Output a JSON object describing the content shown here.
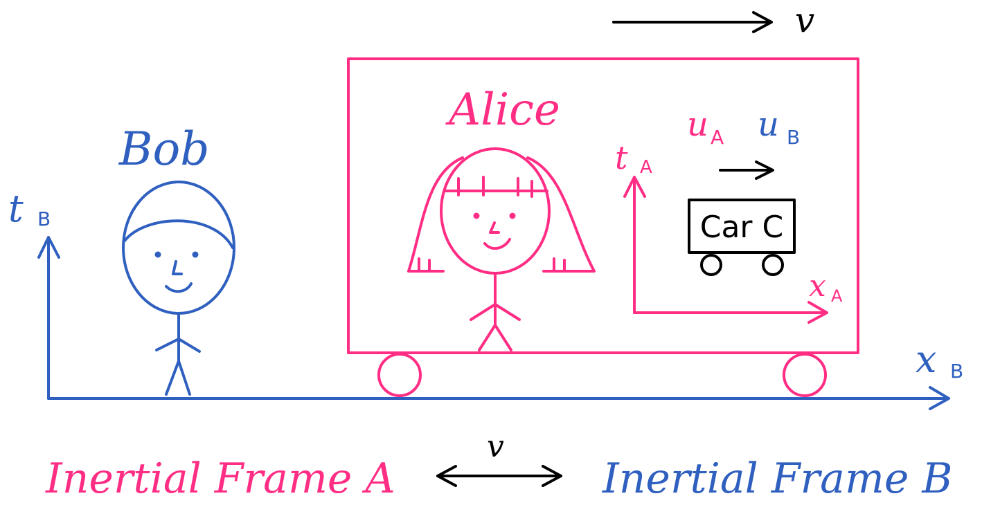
{
  "colors": {
    "frame_a": "#ff2d84",
    "frame_b": "#2f5fbf",
    "ink": "#000000"
  },
  "velocity_top": {
    "label": "v",
    "icon": "right-arrow-icon"
  },
  "velocity_bottom": {
    "label": "v",
    "icon": "double-arrow-icon"
  },
  "bob": {
    "name": "Bob"
  },
  "alice": {
    "name": "Alice"
  },
  "frame_b_axes": {
    "t_label": "t",
    "t_sub": "B",
    "x_label": "x",
    "x_sub": "B"
  },
  "frame_a_axes": {
    "t_label": "t",
    "t_sub": "A",
    "x_label": "x",
    "x_sub": "A"
  },
  "car": {
    "label": "Car C",
    "velocity_a": {
      "label": "u",
      "sub": "A"
    },
    "velocity_b": {
      "label": "u",
      "sub": "B"
    }
  },
  "frame_a_title": "Inertial Frame A",
  "frame_b_title": "Inertial Frame B"
}
